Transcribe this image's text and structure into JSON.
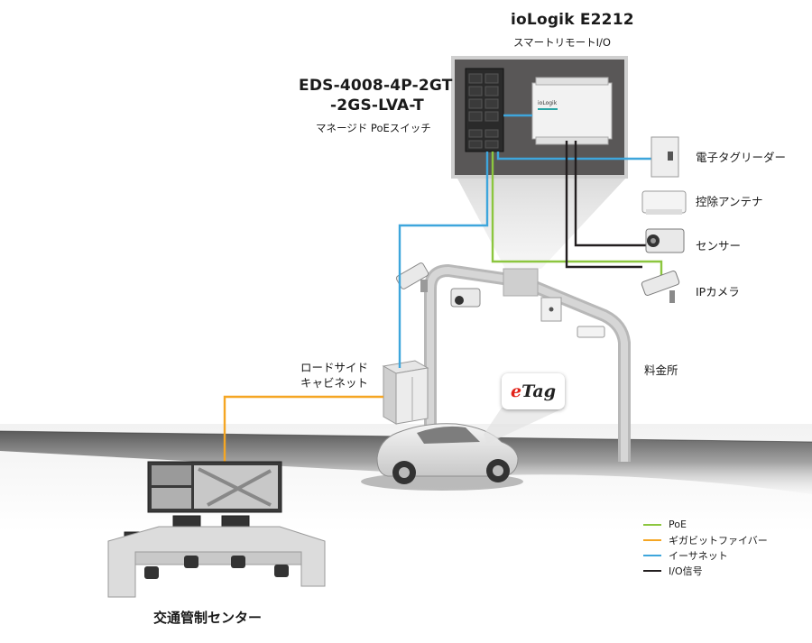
{
  "io_device": {
    "name": "ioLogik E2212",
    "subtitle": "スマートリモートI/O"
  },
  "switch": {
    "model_line1": "EDS-4008-4P-2GT",
    "model_line2": "-2GS-LVA-T",
    "subtitle": "マネージド PoEスイッチ"
  },
  "devices": {
    "tag_reader": "電子タグリーダー",
    "antenna": "控除アンテナ",
    "sensor": "センサー",
    "ip_camera": "IPカメラ"
  },
  "roadside_cabinet": {
    "line1": "ロードサイド",
    "line2": "キャビネット"
  },
  "toll_gate": "料金所",
  "etag": {
    "first_letter": "e",
    "rest": "Tag"
  },
  "control_center": "交通管制センター",
  "legend": [
    {
      "label": "PoE",
      "color": "#8cc63f"
    },
    {
      "label": "ギガビットファイバー",
      "color": "#f5a623"
    },
    {
      "label": "イーサネット",
      "color": "#3ea6dc"
    },
    {
      "label": "I/O信号",
      "color": "#231f20"
    }
  ],
  "colors": {
    "poe": "#8cc63f",
    "fiber": "#f5a623",
    "ethernet": "#3ea6dc",
    "io_signal": "#231f20",
    "panel": "#595757",
    "road": "#6e6e6e"
  }
}
